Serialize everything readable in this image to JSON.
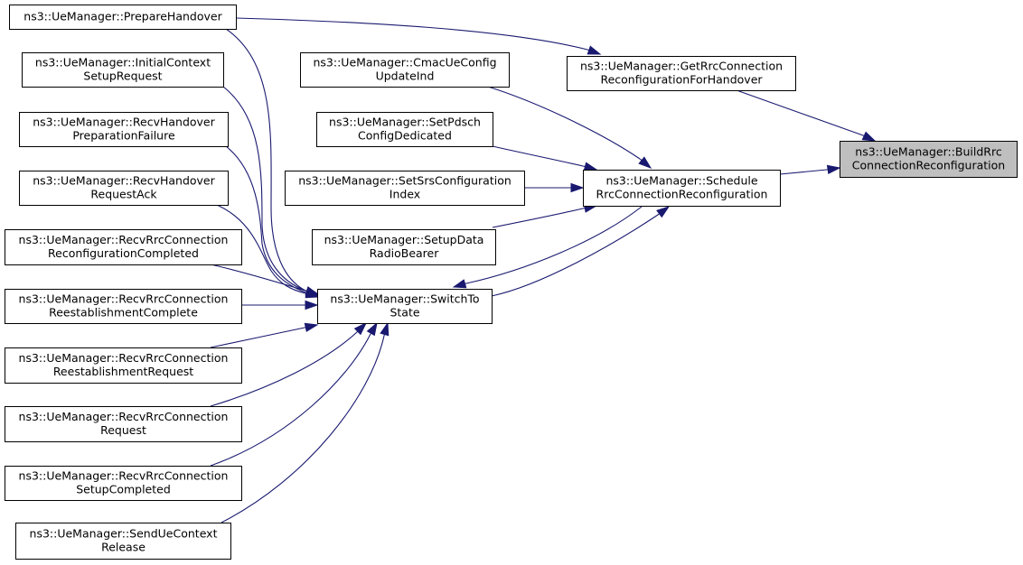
{
  "diagram": {
    "nodes": [
      {
        "id": "prepare_handover",
        "lines": [
          "ns3::UeManager::PrepareHandover"
        ],
        "focus": false,
        "clickable": true
      },
      {
        "id": "get_rrc_handover",
        "lines": [
          "ns3::UeManager::GetRrcConnection",
          "ReconfigurationForHandover"
        ],
        "focus": false,
        "clickable": true
      },
      {
        "id": "build_rrc",
        "lines": [
          "ns3::UeManager::BuildRrc",
          "ConnectionReconfiguration"
        ],
        "focus": true,
        "clickable": false
      },
      {
        "id": "initial_context",
        "lines": [
          "ns3::UeManager::InitialContext",
          "SetupRequest"
        ],
        "focus": false,
        "clickable": true
      },
      {
        "id": "cmac_ue_config",
        "lines": [
          "ns3::UeManager::CmacUeConfig",
          "UpdateInd"
        ],
        "focus": false,
        "clickable": true
      },
      {
        "id": "recv_ho_prep_fail",
        "lines": [
          "ns3::UeManager::RecvHandover",
          "PreparationFailure"
        ],
        "focus": false,
        "clickable": true
      },
      {
        "id": "set_pdsch",
        "lines": [
          "ns3::UeManager::SetPdsch",
          "ConfigDedicated"
        ],
        "focus": false,
        "clickable": true
      },
      {
        "id": "schedule_rrc",
        "lines": [
          "ns3::UeManager::Schedule",
          "RrcConnectionReconfiguration"
        ],
        "focus": false,
        "clickable": true
      },
      {
        "id": "recv_ho_req_ack",
        "lines": [
          "ns3::UeManager::RecvHandover",
          "RequestAck"
        ],
        "focus": false,
        "clickable": true
      },
      {
        "id": "set_srs",
        "lines": [
          "ns3::UeManager::SetSrsConfiguration",
          "Index"
        ],
        "focus": false,
        "clickable": true
      },
      {
        "id": "recv_rrc_reconf_completed",
        "lines": [
          "ns3::UeManager::RecvRrcConnection",
          "ReconfigurationCompleted"
        ],
        "focus": false,
        "clickable": true
      },
      {
        "id": "setup_data_rb",
        "lines": [
          "ns3::UeManager::SetupData",
          "RadioBearer"
        ],
        "focus": false,
        "clickable": true
      },
      {
        "id": "recv_rrc_reest_complete",
        "lines": [
          "ns3::UeManager::RecvRrcConnection",
          "ReestablishmentComplete"
        ],
        "focus": false,
        "clickable": true
      },
      {
        "id": "switch_to_state",
        "lines": [
          "ns3::UeManager::SwitchTo",
          "State"
        ],
        "focus": false,
        "clickable": true
      },
      {
        "id": "recv_rrc_reest_request",
        "lines": [
          "ns3::UeManager::RecvRrcConnection",
          "ReestablishmentRequest"
        ],
        "focus": false,
        "clickable": true
      },
      {
        "id": "recv_rrc_request",
        "lines": [
          "ns3::UeManager::RecvRrcConnection",
          "Request"
        ],
        "focus": false,
        "clickable": true
      },
      {
        "id": "recv_rrc_setup_completed",
        "lines": [
          "ns3::UeManager::RecvRrcConnection",
          "SetupCompleted"
        ],
        "focus": false,
        "clickable": true
      },
      {
        "id": "send_ue_context_release",
        "lines": [
          "ns3::UeManager::SendUeContext",
          "Release"
        ],
        "focus": false,
        "clickable": true
      }
    ],
    "edges": [
      {
        "from": "prepare_handover",
        "to": "get_rrc_handover"
      },
      {
        "from": "get_rrc_handover",
        "to": "build_rrc"
      },
      {
        "from": "schedule_rrc",
        "to": "build_rrc"
      },
      {
        "from": "cmac_ue_config",
        "to": "schedule_rrc"
      },
      {
        "from": "set_pdsch",
        "to": "schedule_rrc"
      },
      {
        "from": "set_srs",
        "to": "schedule_rrc"
      },
      {
        "from": "setup_data_rb",
        "to": "schedule_rrc"
      },
      {
        "from": "switch_to_state",
        "to": "schedule_rrc"
      },
      {
        "from": "schedule_rrc",
        "to": "switch_to_state"
      },
      {
        "from": "prepare_handover",
        "to": "switch_to_state"
      },
      {
        "from": "initial_context",
        "to": "switch_to_state"
      },
      {
        "from": "recv_ho_prep_fail",
        "to": "switch_to_state"
      },
      {
        "from": "recv_ho_req_ack",
        "to": "switch_to_state"
      },
      {
        "from": "recv_rrc_reconf_completed",
        "to": "switch_to_state"
      },
      {
        "from": "recv_rrc_reest_complete",
        "to": "switch_to_state"
      },
      {
        "from": "recv_rrc_reest_request",
        "to": "switch_to_state"
      },
      {
        "from": "recv_rrc_request",
        "to": "switch_to_state"
      },
      {
        "from": "recv_rrc_setup_completed",
        "to": "switch_to_state"
      },
      {
        "from": "send_ue_context_release",
        "to": "switch_to_state"
      }
    ],
    "colors": {
      "edge": "#191970",
      "focus_fill": "#bfbfbf",
      "box_border": "#000000"
    }
  }
}
